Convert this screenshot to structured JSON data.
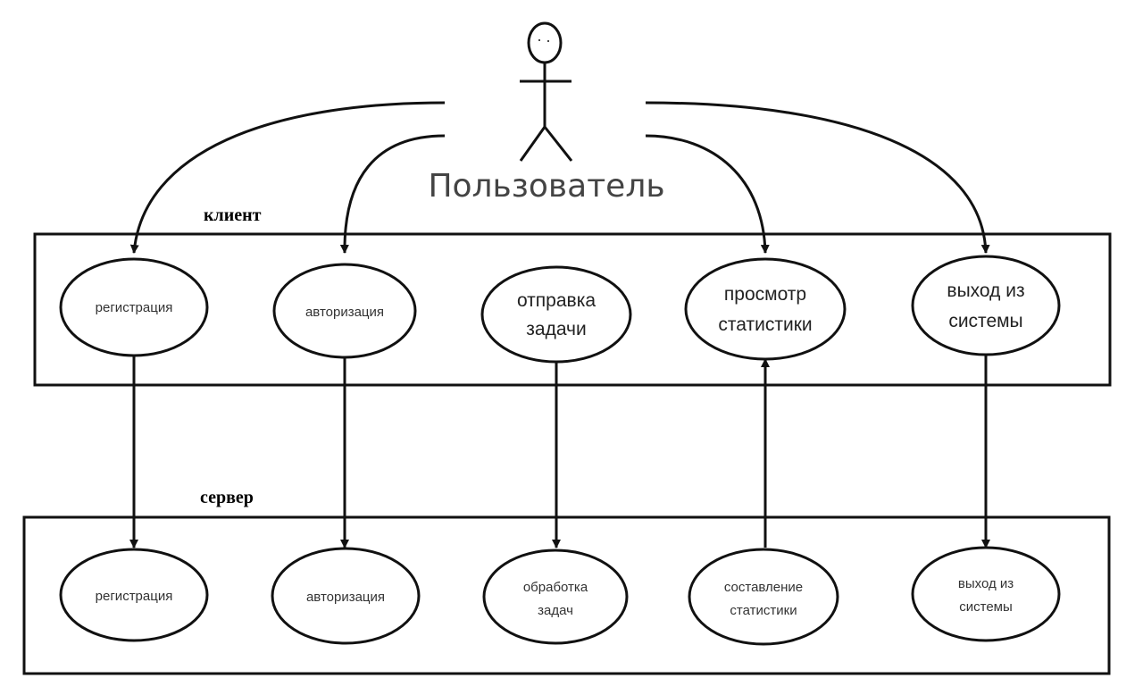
{
  "actor": {
    "label": "Пользователь"
  },
  "client": {
    "label": "клиент",
    "nodes": [
      {
        "lines": [
          "регистрация"
        ]
      },
      {
        "lines": [
          "авторизация"
        ]
      },
      {
        "lines": [
          "отправка",
          "задачи"
        ]
      },
      {
        "lines": [
          "просмотр",
          "статистики"
        ]
      },
      {
        "lines": [
          "выход из",
          "системы"
        ]
      }
    ]
  },
  "server": {
    "label": "сервер",
    "nodes": [
      {
        "lines": [
          "регистрация"
        ]
      },
      {
        "lines": [
          "авторизация"
        ]
      },
      {
        "lines": [
          "обработка",
          "задач"
        ]
      },
      {
        "lines": [
          "составление",
          "статистики"
        ]
      },
      {
        "lines": [
          "выход из",
          "системы"
        ]
      }
    ]
  }
}
